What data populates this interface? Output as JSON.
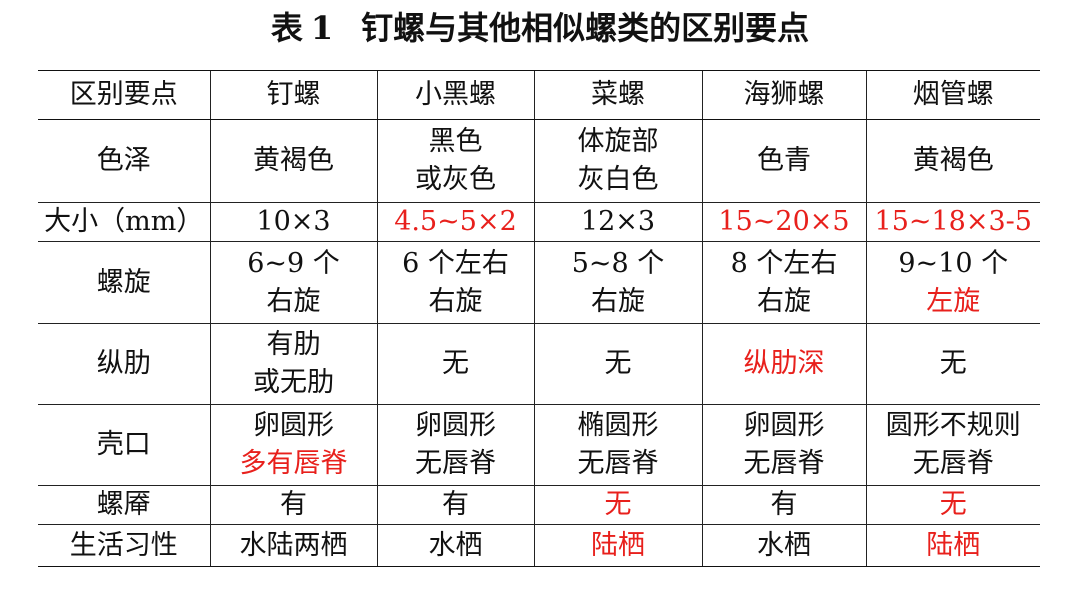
{
  "title": {
    "prefix": "表",
    "number": "1",
    "text": "钉螺与其他相似螺类的区别要点"
  },
  "accent_color": "#e8201c",
  "header": [
    "区别要点",
    "钉螺",
    "小黑螺",
    "菜螺",
    "海狮螺",
    "烟管螺"
  ],
  "rows": [
    {
      "label": "色泽",
      "cells": [
        [
          "黄褐色"
        ],
        [
          "黑色",
          "或灰色"
        ],
        [
          "体旋部",
          "灰白色"
        ],
        [
          "色青"
        ],
        [
          "黄褐色"
        ]
      ]
    },
    {
      "label": "大小（mm）",
      "cells": [
        [
          "10×3"
        ],
        [
          "4.5~5×2"
        ],
        [
          "12×3"
        ],
        [
          "15~20×5"
        ],
        [
          "15~18×3-5"
        ]
      ]
    },
    {
      "label": "螺旋",
      "cells": [
        [
          "6~9 个",
          "右旋"
        ],
        [
          "6 个左右",
          "右旋"
        ],
        [
          "5~8 个",
          "右旋"
        ],
        [
          "8 个左右",
          "右旋"
        ],
        [
          "9~10 个",
          "左旋"
        ]
      ]
    },
    {
      "label": "纵肋",
      "cells": [
        [
          "有肋",
          "或无肋"
        ],
        [
          "无"
        ],
        [
          "无"
        ],
        [
          "纵肋深"
        ],
        [
          "无"
        ]
      ]
    },
    {
      "label": "壳口",
      "cells": [
        [
          "卵圆形",
          "多有唇脊"
        ],
        [
          "卵圆形",
          "无唇脊"
        ],
        [
          "椭圆形",
          "无唇脊"
        ],
        [
          "卵圆形",
          "无唇脊"
        ],
        [
          "圆形不规则",
          "无唇脊"
        ]
      ]
    },
    {
      "label": "螺厣",
      "cells": [
        [
          "有"
        ],
        [
          "有"
        ],
        [
          "无"
        ],
        [
          "有"
        ],
        [
          "无"
        ]
      ]
    },
    {
      "label": "生活习性",
      "cells": [
        [
          "水陆两栖"
        ],
        [
          "水栖"
        ],
        [
          "陆栖"
        ],
        [
          "水栖"
        ],
        [
          "陆栖"
        ]
      ]
    }
  ]
}
